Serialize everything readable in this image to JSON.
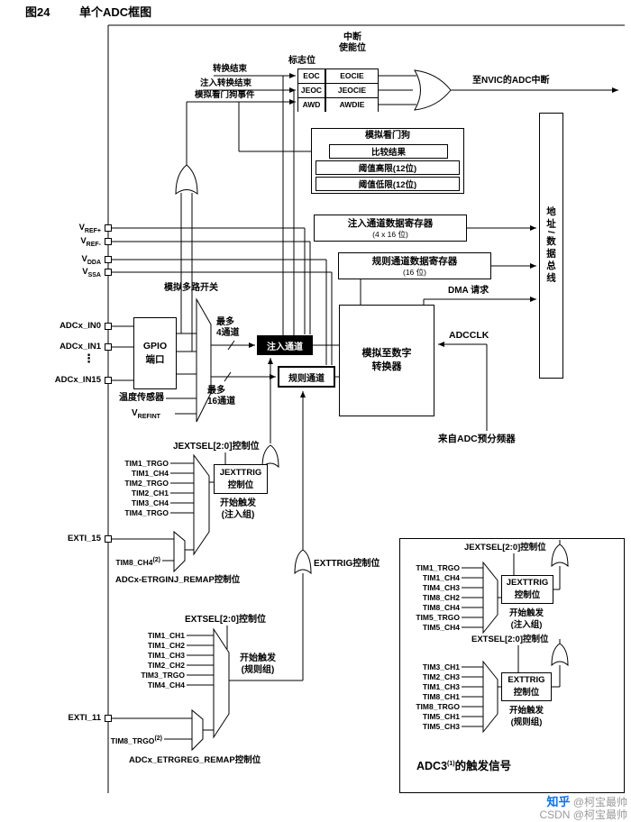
{
  "header": {
    "figure_label": "图24",
    "figure_title": "单个ADC框图"
  },
  "interrupt": {
    "enable_title": [
      "中断",
      "使能位"
    ],
    "flag_title": "标志位",
    "flags": [
      "EOC",
      "JEOC",
      "AWD"
    ],
    "enables": [
      "EOCIE",
      "JEOCIE",
      "AWDIE"
    ],
    "signals": [
      "转换结束",
      "注入转换结束",
      "模拟看门狗事件"
    ],
    "nvic_label": "至NVIC的ADC中断"
  },
  "watchdog": {
    "title": "模拟看门狗",
    "rows": [
      "比较结果",
      "阈值高限(12位)",
      "阈值低限(12位)"
    ]
  },
  "registers": {
    "injected": {
      "title": "注入通道数据寄存器",
      "sub": "(4 x 16 位)"
    },
    "regular": {
      "title": "规则通道数据寄存器",
      "sub": "(16 位)"
    }
  },
  "bus": {
    "label": "地址/数据总线"
  },
  "dma": {
    "label": "DMA 请求"
  },
  "pins": {
    "vrefp": {
      "base": "V",
      "sub": "REF+"
    },
    "vrefm": {
      "base": "V",
      "sub": "REF-"
    },
    "vdda": {
      "base": "V",
      "sub": "DDA"
    },
    "vssa": {
      "base": "V",
      "sub": "SSA"
    },
    "in0": "ADCx_IN0",
    "in1": "ADCx_IN1",
    "in15": "ADCx_IN15",
    "dots": "⋮",
    "exti15": "EXTI_15",
    "exti11": "EXTI_11"
  },
  "frontend": {
    "gpio": [
      "GPIO",
      "端口"
    ],
    "mux_label": "模拟多路开关",
    "max4": [
      "最多",
      "4通道"
    ],
    "max16": [
      "最多",
      "16通道"
    ],
    "temp_sensor": "温度传感器",
    "vrefint": {
      "base": "V",
      "sub": "REFINT"
    }
  },
  "core": {
    "injected_channel": "注入通道",
    "regular_channel": "规则通道",
    "converter": [
      "模拟至数字",
      "转换器"
    ],
    "adcclk": "ADCCLK",
    "prescaler": "来自ADC预分频器"
  },
  "inj_trigger": {
    "sel_label": "JEXTSEL[2:0]控制位",
    "sources": [
      "TIM1_TRGO",
      "TIM1_CH4",
      "TIM2_TRGO",
      "TIM2_CH1",
      "TIM3_CH4",
      "TIM4_TRGO"
    ],
    "trig_box": [
      "JEXTTRIG",
      "控制位"
    ],
    "start": [
      "开始触发",
      "(注入组)"
    ],
    "alt_source": {
      "text": "TIM8_CH4",
      "sup": "(2)"
    },
    "remap_label": "ADCx-ETRGINJ_REMAP控制位"
  },
  "exttrig_label": "EXTTRIG控制位",
  "reg_trigger": {
    "sel_label": "EXTSEL[2:0]控制位",
    "sources": [
      "TIM1_CH1",
      "TIM1_CH2",
      "TIM1_CH3",
      "TIM2_CH2",
      "TIM3_TRGO",
      "TIM4_CH4"
    ],
    "start": [
      "开始触发",
      "(规则组)"
    ],
    "alt_source": {
      "text": "TIM8_TRGO",
      "sup": "(2)"
    },
    "remap_label": "ADCx_ETRGREG_REMAP控制位"
  },
  "adc3": {
    "inj": {
      "sel_label": "JEXTSEL[2:0]控制位",
      "sources": [
        "TIM1_TRGO",
        "TIM1_CH4",
        "TIM4_CH3",
        "TIM8_CH2",
        "TIM8_CH4",
        "TIM5_TRGO",
        "TIM5_CH4"
      ],
      "trig_box": [
        "JEXTTRIG",
        "控制位"
      ],
      "start": [
        "开始触发",
        "(注入组)"
      ]
    },
    "reg": {
      "sel_label": "EXTSEL[2:0]控制位",
      "sources": [
        "TIM3_CH1",
        "TIM2_CH3",
        "TIM1_CH3",
        "TIM8_CH1",
        "TIM8_TRGO",
        "TIM5_CH1",
        "TIM5_CH3"
      ],
      "trig_box": [
        "EXTTRIG",
        "控制位"
      ],
      "start": [
        "开始触发",
        "(规则组)"
      ]
    },
    "caption": {
      "pre": "ADC3",
      "sup": "(1)",
      "post": "的触发信号"
    }
  },
  "watermark": {
    "zhihu_brand": "知乎",
    "zhihu_user": "@柯宝最帅",
    "csdn": "CSDN @柯宝最帅"
  }
}
